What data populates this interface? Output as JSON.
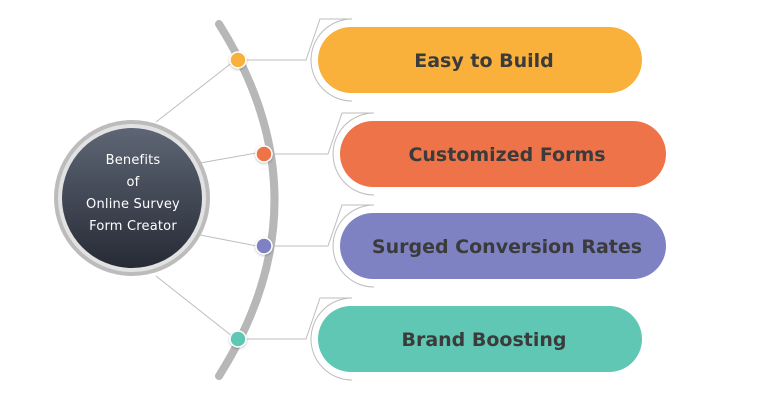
{
  "center": {
    "lines": [
      "Benefits",
      "of",
      "Online Survey",
      "Form Creator"
    ],
    "gradient_top": "#5e6675",
    "gradient_bottom": "#262b35",
    "ring_color": "#bcbcbc"
  },
  "items": [
    {
      "label": "Easy to Build",
      "color": "#f9b13c"
    },
    {
      "label": "Customized Forms",
      "color": "#ef7348"
    },
    {
      "label": "Surged Conversion Rates",
      "color": "#7e82c2"
    },
    {
      "label": "Brand Boosting",
      "color": "#5fc7b4"
    }
  ],
  "colors": {
    "arc": "#b7b7b7",
    "connector": "#bdbdbd",
    "label_text": "#3b3b3b"
  }
}
